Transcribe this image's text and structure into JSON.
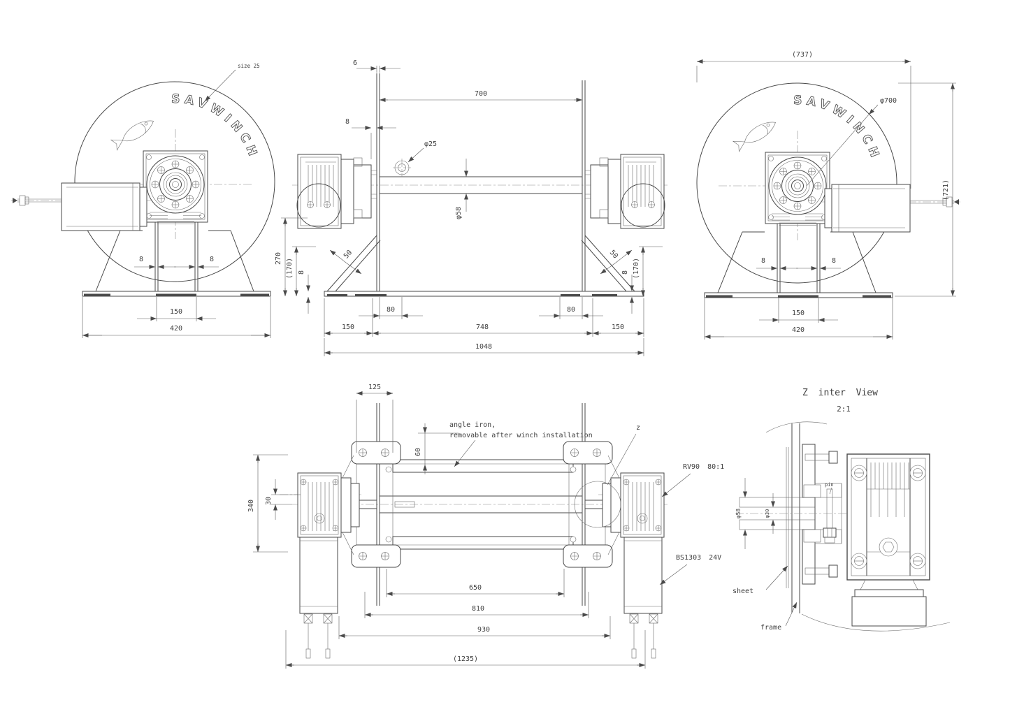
{
  "views": {
    "front_left": {
      "brand": "SAVWINCH",
      "note": "size 25",
      "dim_plate_left": "8",
      "dim_plate_right": "8",
      "dim_spacing": "150",
      "dim_base_width": "420"
    },
    "side": {
      "dim_flange_thickness": "6",
      "dim_drum_length": "700",
      "dim_gap": "8",
      "dim_hole": "φ25",
      "dim_core": "φ58",
      "dim_gusset_left": "50",
      "dim_gusset_right": "50",
      "dim_height": "270",
      "dim_height_ref_left": "(170)",
      "dim_base_left": "8",
      "dim_height_ref_right": "(170)",
      "dim_base_right": "8",
      "dim_foot_left": "80",
      "dim_foot_right": "80",
      "dim_span_left": "150",
      "dim_span_center": "748",
      "dim_span_right": "150",
      "dim_overall": "1048"
    },
    "front_right": {
      "brand": "SAVWINCH",
      "dim_overall_width": "(737)",
      "dim_drum_diameter": "φ700",
      "dim_overall_height": "(721)",
      "dim_plate_left": "8",
      "dim_plate_right": "8",
      "dim_spacing": "150",
      "dim_base_width": "420"
    },
    "plan": {
      "note_line1": "angle iron,",
      "note_line2": "removable after winch installation",
      "detail_marker": "z",
      "gearbox_label": "RV90 80:1",
      "motor_label": "BS1303 24V",
      "dim_rail": "125",
      "dim_angle_offset": "60",
      "dim_frame_width": "340",
      "dim_axis_offset": "30",
      "dim_span_a": "650",
      "dim_span_b": "810",
      "dim_span_c": "930",
      "dim_overall": "(1235)"
    },
    "detail_z": {
      "title": "Z inter View",
      "scale": "2:1",
      "label_pin": "pin",
      "label_sheet": "sheet",
      "label_frame": "frame",
      "dim_shaft_od": "φ58",
      "dim_shaft_bore": "φ30"
    }
  }
}
